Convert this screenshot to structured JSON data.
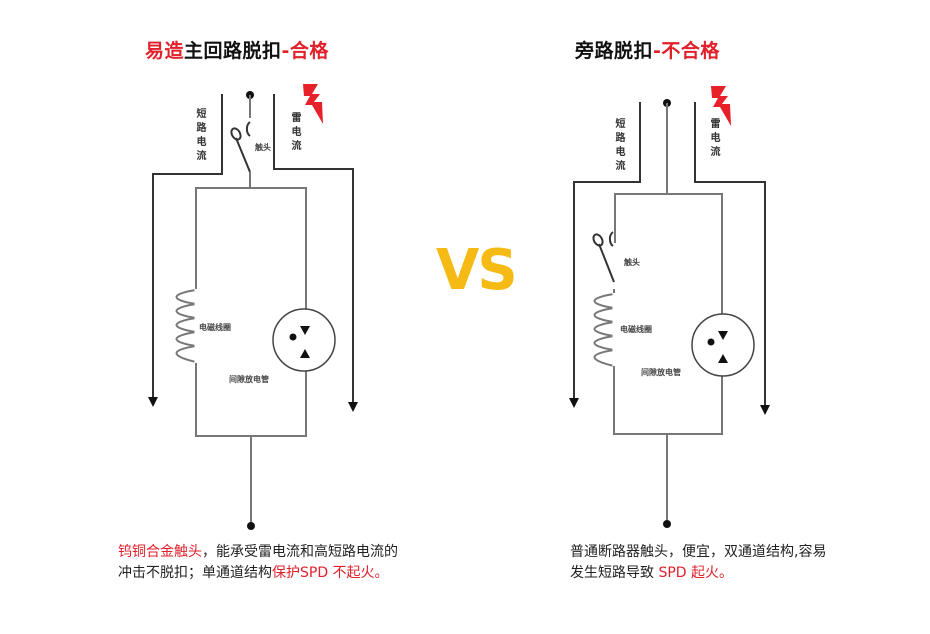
{
  "colors": {
    "accent_red": "#e0202a",
    "vs_yellow": "#f5bb14",
    "text": "#222222"
  },
  "left": {
    "title_red": "易造",
    "title_black": "主回路脱扣",
    "title_suffix": "-合格",
    "label_short_circuit": "短路电流",
    "label_lightning": "雷电流",
    "label_contact": "触头",
    "label_coil": "电磁线圈",
    "label_gap": "间隙放电管",
    "desc_red1": "钨铜合金触头",
    "desc_black": "，能承受雷电流和高短路电流的冲击不脱扣；单通道结构",
    "desc_red2": "保护SPD 不起火。"
  },
  "center": {
    "vs_label": "VS"
  },
  "right": {
    "title_black": "旁路脱扣",
    "title_suffix": "-不合格",
    "label_short_circuit": "短路电流",
    "label_lightning": "雷电流",
    "label_contact": "触头",
    "label_coil": "电磁线圈",
    "label_gap": "间隙放电管",
    "desc_black": "普通断路器触头，便宜，双通道结构,容易发生短路导致 ",
    "desc_red": "SPD 起火。"
  },
  "icons": {
    "lightning": "lightning-bolt-icon"
  }
}
